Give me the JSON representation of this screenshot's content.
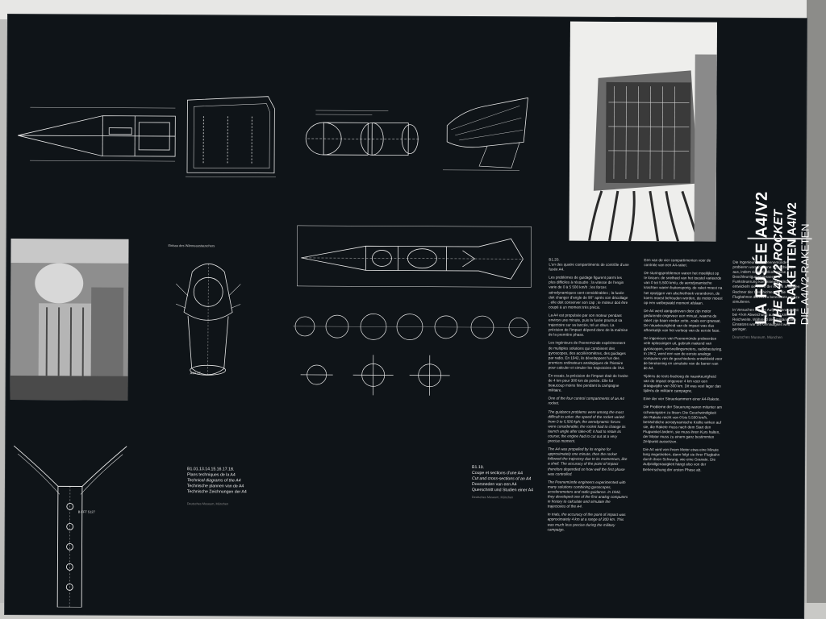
{
  "title": {
    "fr": "LA FUSÉE A4/V2",
    "en": "THE A4/V2 ROCKET",
    "nl": "DE RAKETTEN A4/V2",
    "de": "DIE A4/V2-RAKETEN"
  },
  "captions": {
    "left": {
      "number": "B1.01.13.14.15.16.17.18.",
      "fr": "Plans techniques de la A4",
      "en": "Technical diagrams of the A4",
      "nl": "Technische plannen van de A4",
      "de": "Technische Zeichnungen der A4",
      "credit": "Deutsches Museum, München"
    },
    "middle": {
      "number": "B1.19.",
      "fr": "Coupe et sections d'une A4",
      "en": "Cut and cross-sections of an A4",
      "nl": "Doorsneden van een A4",
      "de": "Querschnitt und Studien einer A4",
      "credit": "Deutsches Museum, München"
    }
  },
  "text_columns": {
    "fr": {
      "number": "B1.20.",
      "heading": "L'un des quatre compartiments de contrôle d'une fusée A4.",
      "p1": "Les problèmes de guidage figurent parmi les plus difficiles à résoudre : la vitesse de l'engin varie de 0 à 5 500 km/h ; les forces aérodynamiques sont considérables ; la fusée doit changer d'angle de 90° après son décollage ; elle doit conserver son cap ; le moteur doit être coupé à un moment très précis.",
      "p2": "La A4 est propulsée par son moteur pendant environ une minute, puis la fusée poursuit sa trajectoire sur sa lancée, tel un obus. La précision de l'impact dépend donc de la maîtrise de la première phase.",
      "p3": "Les ingénieurs de Peenemünde expérimentent de multiples solutions qui combinent des gyroscopes, des accéléromètres, des guidages par radio. En 1942, ils développent l'un des premiers ordinateurs analogiques de l'histoire pour calculer et simuler les trajectoires de l'A4.",
      "p4": "En essais, la précision de l'impact était de l'ordre de 4 km pour 300 km de portée. Elle fut beaucoup moins fine pendant la campagne militaire."
    },
    "en": {
      "heading": "One of the four control compartments of an A4 rocket.",
      "p1": "The guidance problems were among the most difficult to solve: the speed of the rocket varied from 0 to 5,500 kph; the aerodynamic forces were considerable; the rocket had to change its launch angle after take-off; it had to retain its course; the engine had to cut out at a very precise moment.",
      "p2": "The A4 was propelled by its engine for approximately one minute, then the rocket followed the trajectory due to its momentum, like a shell. The accuracy of the point of impact therefore depended on how well the first phase was controlled.",
      "p3": "The Peenemünde engineers experimented with many solutions combining gyroscopes, accelerometers and radio guidance. In 1942, they developed one of the first analog computers in history to calculate and simulate the trajectories of the A4.",
      "p4": "In trials, the accuracy of the point of impact was approximately 4 km at a range of 300 km. This was much less precise during the military campaign."
    },
    "nl": {
      "heading": "Een van de vier compartimenten voor de controle van een A4-raket.",
      "p1": "De sturingsproblemen waren het moeilijkst op te lossen: de snelheid van het toestel varieerde van 0 tot 5.500 km/u, de aerodynamische krachten waren buitensporig, de raket moest na het opstijgen van afschiethoek veranderen, de koers moest behouden worden, de motor moest op een welbepaald moment afslaan.",
      "p2": "De A4 werd aangedreven door zijn motor gedurende ongeveer een minuut, waarna de raket zijn baan verder zette, zoals een granaat. De nauwkeurigheid van de impact was dus afhankelijk van het verloop van de eerste fase.",
      "p3": "De ingenieurs van Peenemünde probeerden vele oplossingen uit, gebruik makend van gyroscopen, versnellingsmeters, radiobesturing. In 1942, werd een van de eerste analoge computers van de geschiedenis ontwikkeld voor de berekening en simulatie van de banen van de A4.",
      "p4": "Tijdens de tests bedroeg de nauwkeurigheid van de impact ongeveer 4 km voor een draagwijdte van 300 km. Dit was veel lager dan tijdens de militaire campagne."
    },
    "de": {
      "heading": "Eine der vier Steuerkammern einer A4-Rakete.",
      "p1": "Die Probleme der Steuerung waren mitunter am schwierigsten zu lösen: Die Geschwindigkeit der Rakete reicht von 0 bis 5.500 km/h, beträchtliche aerodynamische Kräfte wirken auf sie, die Rakete muss nach dem Start den Flugwinkel ändern, sie muss ihren Kurs halten, der Motor muss zu einem ganz bestimmten Zeitpunkt aussetzen.",
      "p2": "Die A4 wird von ihrem Motor etwa eine Minute lang angetrieben, dann folgt sie ihrer Flugbahn durch ihren Schwung, wie eine Granate. Die Aufprallgenauigkeit hängt also von der Beherrschung der ersten Phase ab.",
      "p3": "Die Ingenieure von Peenemünde probieren verschiedene Möglichkeiten aus, indem sie Kreiselkompasse, Beschleunigungsmesser und Funksteuerung kombinieren. 1942 entwickeln sie einen der ersten analogen Rechner der Geschichte, um die Flugbahnen der A4 zu berechnen und zu simulieren.",
      "p4": "In Versuchen lag die Aufprallgenauigkeit bei 4 km Abweichung auf 300 km Reichweite. Während des militärischen Einsatzes war die Genauigkeit weit geringer.",
      "credit": "Deutsches Museum, München"
    }
  },
  "drawing_labels": {
    "engine": "Einbau des Wärmeaustauschers",
    "engine_code": "A4A 37",
    "tail_code": "B FFT 5127"
  },
  "colors": {
    "panel": "#0f1418",
    "ink": "#e9e9e9",
    "wall": "#bdbdbb"
  }
}
